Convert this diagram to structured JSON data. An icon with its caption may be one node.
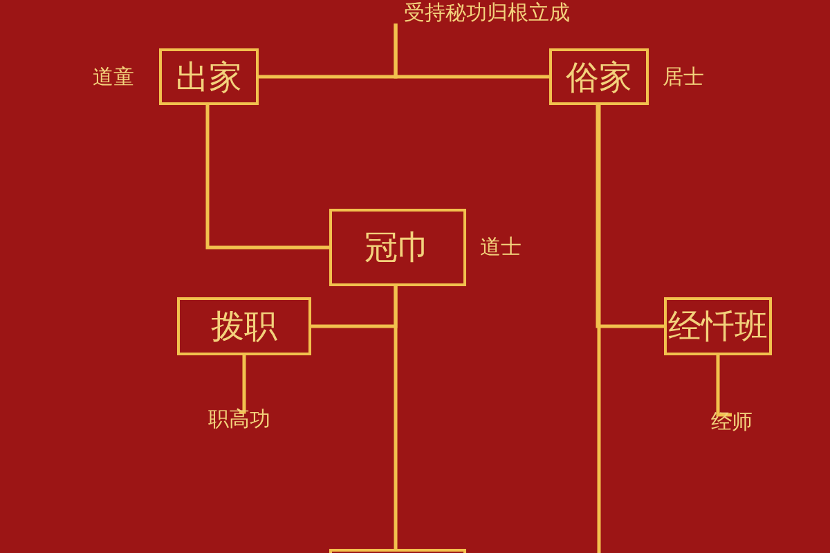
{
  "diagram": {
    "nodes": [
      {
        "text": [
          "受持秘功归根立成"
        ]
      },
      {
        "text": [
          "出家"
        ],
        "beside": [
          "道童"
        ]
      },
      {
        "text": [
          "俗家"
        ],
        "beside": [
          "居士"
        ]
      },
      {
        "text": [
          "冠巾"
        ],
        "beside": [
          "道士"
        ]
      },
      {
        "text": [
          "拨职"
        ]
      },
      {
        "text": [
          "经忏班"
        ]
      },
      {
        "text": [
          "职高功"
        ]
      },
      {
        "text": [
          "经师"
        ]
      },
      {
        "text": [],
        "shape": "box"
      }
    ],
    "edges": [
      {
        "from": 0,
        "to": 1,
        "arrow": "none"
      },
      {
        "from": 0,
        "to": 2,
        "arrow": "none"
      },
      {
        "from": 1,
        "to": 3,
        "arrow": "none"
      },
      {
        "from": 2,
        "to": 5,
        "arrow": "none"
      },
      {
        "from": 2,
        "to": null,
        "arrow": "none"
      },
      {
        "from": 3,
        "to": 4,
        "arrow": "none"
      },
      {
        "from": 3,
        "to": 8,
        "arrow": "none"
      },
      {
        "from": 4,
        "to": 6,
        "arrow": "none"
      },
      {
        "from": 5,
        "to": 7,
        "arrow": "none"
      }
    ]
  }
}
